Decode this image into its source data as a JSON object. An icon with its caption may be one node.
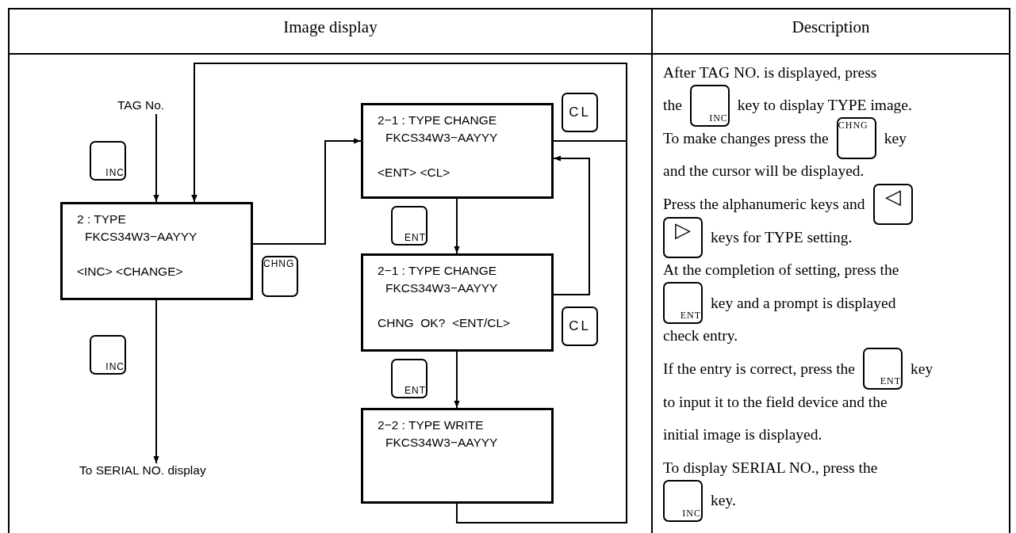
{
  "diagram": {
    "nodes": [
      {
        "text": [
          "TAG No."
        ]
      },
      {
        "text": [
          "INC"
        ]
      },
      {
        "text": [
          "2 : TYPE",
          "FKCS34W3−AAYYY",
          "<INC> <CHANGE>"
        ]
      },
      {
        "text": [
          "CHNG"
        ]
      },
      {
        "text": [
          "2−1 : TYPE CHANGE",
          "FKCS34W3−AAYYY",
          "<ENT> <CL>"
        ]
      },
      {
        "text": [
          "CL"
        ]
      },
      {
        "text": [
          "ENT"
        ]
      },
      {
        "text": [
          "2−1 : TYPE CHANGE",
          "FKCS34W3−AAYYY",
          "CHNG  OK?  <ENT/CL>"
        ]
      },
      {
        "text": [
          "CL"
        ]
      },
      {
        "text": [
          "ENT"
        ]
      },
      {
        "text": [
          "2−2 : TYPE WRITE",
          "FKCS34W3−AAYYY"
        ]
      },
      {
        "text": [
          "INC"
        ]
      },
      {
        "text": [
          "To SERIAL NO. display"
        ]
      },
      {
        "text": [
          "INC"
        ]
      },
      {
        "text": [
          "CHNG"
        ]
      },
      {
        "text": [
          "◁"
        ]
      },
      {
        "text": [
          "▷"
        ]
      },
      {
        "text": [
          "ENT"
        ]
      },
      {
        "text": [
          "ENT"
        ]
      },
      {
        "text": [
          "INC"
        ]
      }
    ],
    "edges": [
      {
        "from": 0,
        "to": 2,
        "arrow": "to"
      },
      {
        "from": 2,
        "to": 4,
        "arrow": "to"
      },
      {
        "from": 4,
        "to": 2,
        "arrow": "to"
      },
      {
        "from": 4,
        "to": 7,
        "arrow": "to"
      },
      {
        "from": 7,
        "to": 4,
        "arrow": "to"
      },
      {
        "from": 7,
        "to": 10,
        "arrow": "to"
      },
      {
        "from": 10,
        "to": 2,
        "arrow": "to"
      },
      {
        "from": 2,
        "to": 12,
        "arrow": "to"
      }
    ],
    "labels": [
      "Image display",
      "Description",
      "After TAG NO. is displayed, press",
      "the",
      "key to display TYPE image.",
      "To make changes press the",
      "key",
      "and the cursor will be displayed.",
      "Press the alphanumeric keys and",
      "keys for TYPE setting.",
      "At the completion of setting, press the",
      "key and a prompt is displayed",
      "check entry.",
      "If the entry is correct, press the",
      "key",
      "to input it to the field device and the",
      "initial image is displayed.",
      "To display SERIAL NO., press the",
      "key."
    ]
  }
}
